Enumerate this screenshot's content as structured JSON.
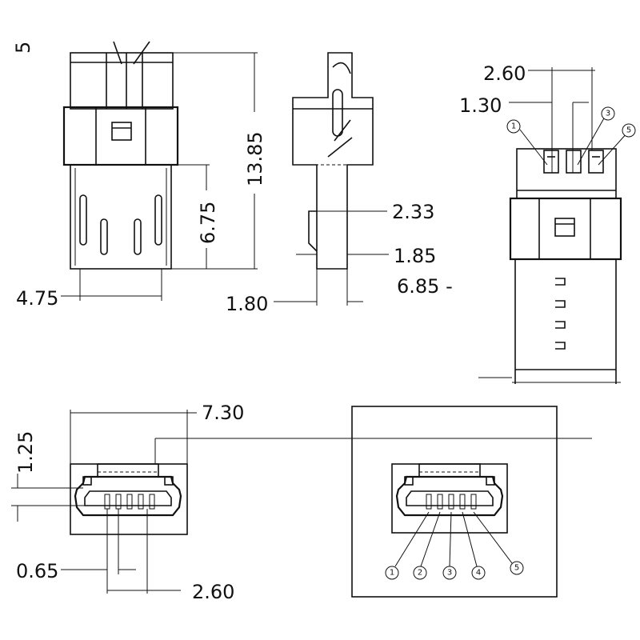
{
  "corner_mark": "5",
  "dimensions": {
    "overall_length": "13.85",
    "plug_length": "6.75",
    "plug_width": "4.75",
    "thickness_a": "2.33",
    "thickness_b": "1.85",
    "thickness_c": "1.80",
    "offset_back": "6.85 -",
    "pin_span_top": "2.60",
    "pin_pitch_top": "1.30",
    "face_width": "7.30",
    "face_height": "1.25",
    "pin_pitch": "0.65",
    "pin_span_bottom": "2.60"
  },
  "pin_labels": [
    "1",
    "2",
    "3",
    "4",
    "5"
  ],
  "pin_labels_top": [
    "1",
    "3",
    "5"
  ]
}
